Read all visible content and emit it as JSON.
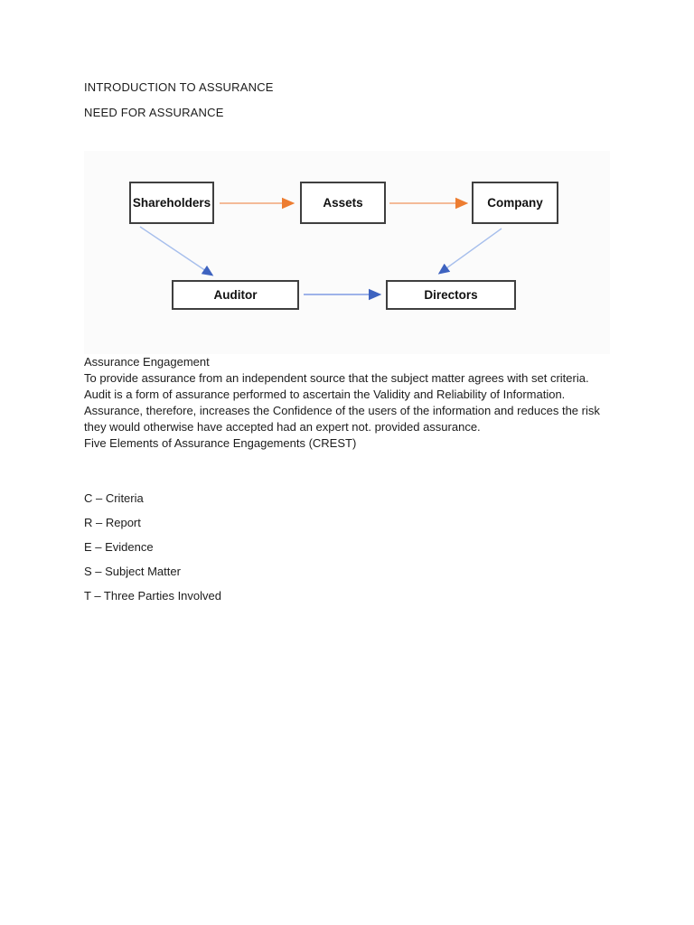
{
  "document": {
    "title": "INTRODUCTION TO ASSURANCE",
    "subtitle": "NEED FOR ASSURANCE"
  },
  "diagram": {
    "nodes": [
      {
        "id": "shareholders",
        "label": "Shareholders"
      },
      {
        "id": "assets",
        "label": "Assets"
      },
      {
        "id": "company",
        "label": "Company"
      },
      {
        "id": "auditor",
        "label": "Auditor"
      },
      {
        "id": "directors",
        "label": "Directors"
      }
    ],
    "edges": [
      {
        "from": "Shareholders",
        "to": "Assets",
        "color": "orange"
      },
      {
        "from": "Assets",
        "to": "Company",
        "color": "orange"
      },
      {
        "from": "Shareholders",
        "to": "Auditor",
        "color": "blue"
      },
      {
        "from": "Company",
        "to": "Directors",
        "color": "blue"
      },
      {
        "from": "Auditor",
        "to": "Directors",
        "color": "blue"
      }
    ],
    "colors": {
      "orange_line": "#F2A477",
      "orange_head": "#ED7D31",
      "blue_line_diagonal": "#A6BEEC",
      "blue_line_horizontal": "#7F9BE3",
      "blue_head": "#3E63C0",
      "panel_background": "#fbfbfb",
      "box_border": "#3f3f3f"
    }
  },
  "sections": {
    "assurance_heading": "Assurance Engagement",
    "assurance_body": "To provide assurance from an independent source that the subject matter agrees with set criteria.",
    "audit_paragraph": "Audit is a form of assurance performed to ascertain the Validity and Reliability of Information. Assurance, therefore, increases the Confidence of the users of the information and reduces the risk they would otherwise have accepted had an expert not. provided assurance.",
    "crest_heading": "Five Elements of Assurance Engagements (CREST)",
    "crest_items": [
      "C – Criteria",
      "R – Report",
      "E – Evidence",
      "S – Subject Matter",
      "T – Three Parties Involved"
    ]
  }
}
